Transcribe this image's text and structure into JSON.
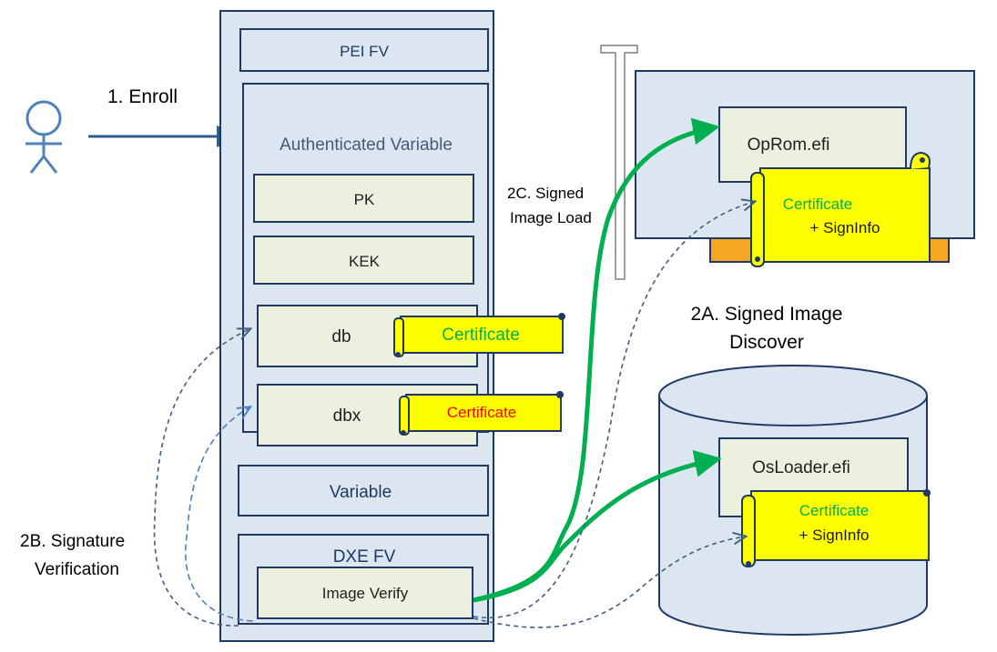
{
  "labels": {
    "enroll": "1. Enroll",
    "signed_image_load_line1": "2C. Signed",
    "signed_image_load_line2": "Image Load",
    "signed_image_discover_line1": "2A. Signed Image",
    "signed_image_discover_line2": "Discover",
    "signature_verification_line1": "2B. Signature",
    "signature_verification_line2": "Verification"
  },
  "firmware": {
    "pei_fv": "PEI FV",
    "authenticated_variable": "Authenticated Variable",
    "pk": "PK",
    "kek": "KEK",
    "db": "db",
    "dbx": "dbx",
    "variable": "Variable",
    "dxe_fv": "DXE FV",
    "image_verify": "Image Verify"
  },
  "certificates": {
    "db_cert": "Certificate",
    "dbx_cert": "Certificate",
    "oprom_cert": "Certificate",
    "oprom_signinfo": "+ SignInfo",
    "osloader_cert": "Certificate",
    "osloader_signinfo": "+ SignInfo"
  },
  "images": {
    "oprom": "OpRom.efi",
    "osloader": "OsLoader.efi"
  },
  "colors": {
    "panel_fill": "#dce6f1",
    "panel_stroke": "#1f3864",
    "box_fill": "#ebf1de",
    "cert_fill": "#ffff00",
    "cert_text_green": "#00b050",
    "cert_text_red": "#ff0000",
    "arrow_blue": "#2e5e8e",
    "arrow_green": "#00b050",
    "orange": "#f5a623"
  },
  "icons": {
    "actor": "person-stick-figure-icon"
  }
}
